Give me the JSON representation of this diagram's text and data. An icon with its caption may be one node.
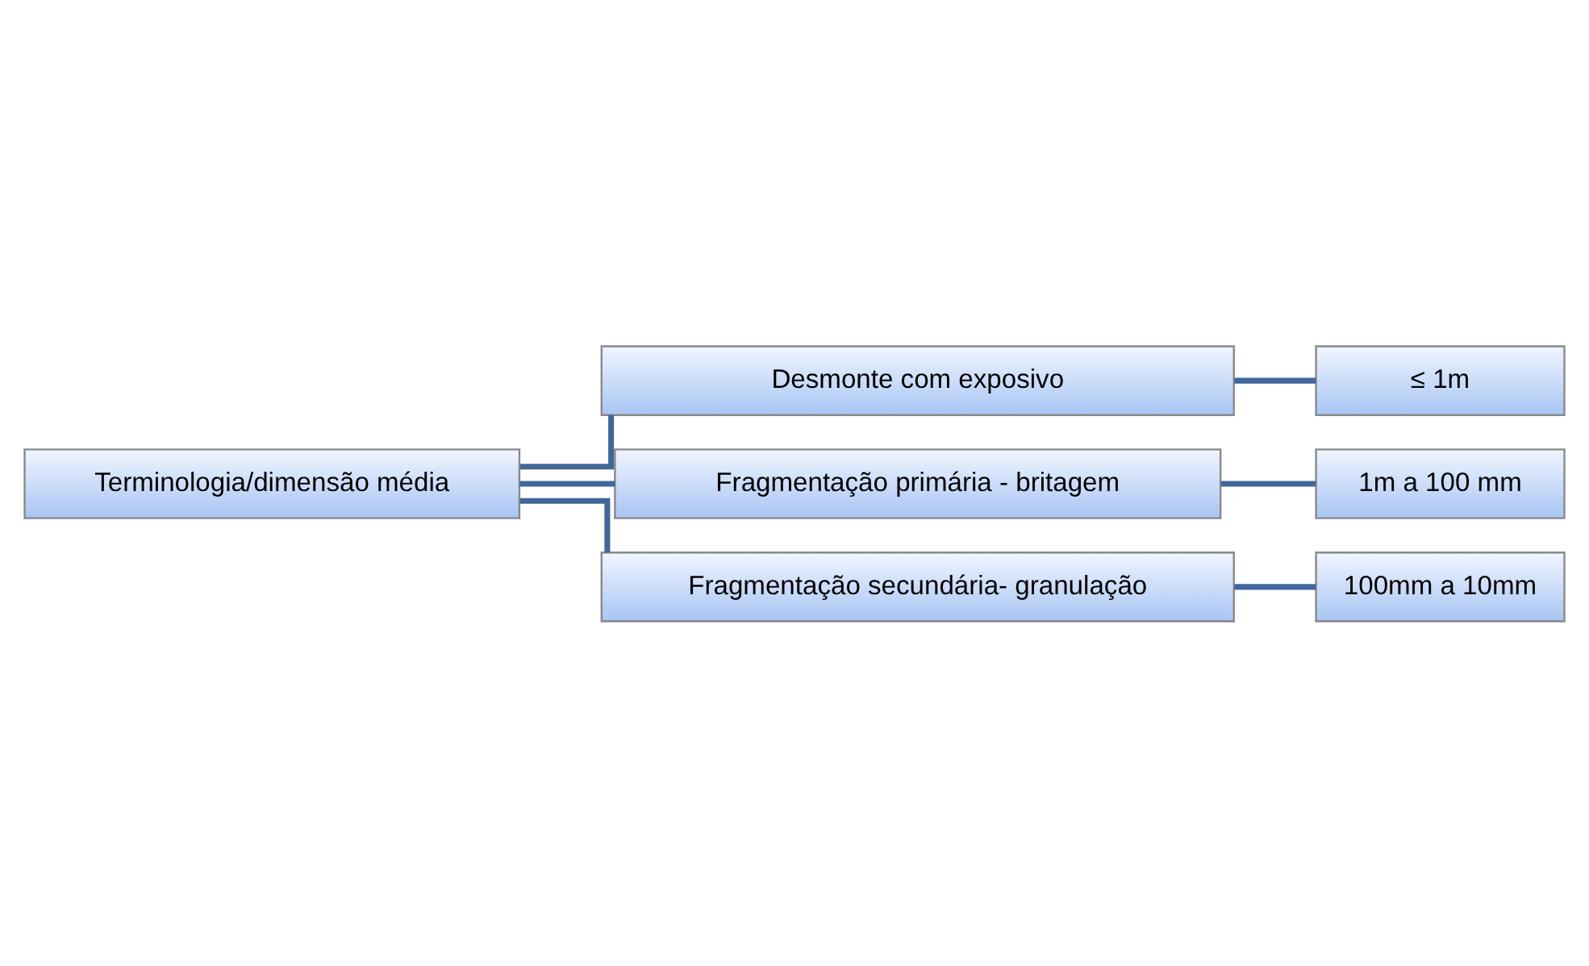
{
  "diagram": {
    "nodes": [
      {
        "text": [
          "Terminologia/dimensão média"
        ]
      },
      {
        "text": [
          "Desmonte com exposivo"
        ]
      },
      {
        "text": [
          "≤ 1m"
        ]
      },
      {
        "text": [
          "Fragmentação primária - britagem"
        ]
      },
      {
        "text": [
          "1m a 100 mm"
        ]
      },
      {
        "text": [
          "Fragmentação secundária- granulação"
        ]
      },
      {
        "text": [
          "100mm a 10mm"
        ]
      }
    ],
    "edges": [
      {
        "from": 0,
        "to": 1,
        "arrow": "none"
      },
      {
        "from": 1,
        "to": 2,
        "arrow": "none"
      },
      {
        "from": 0,
        "to": 3,
        "arrow": "none"
      },
      {
        "from": 3,
        "to": 4,
        "arrow": "none"
      },
      {
        "from": 0,
        "to": 5,
        "arrow": "none"
      },
      {
        "from": 5,
        "to": 6,
        "arrow": "none"
      }
    ]
  }
}
